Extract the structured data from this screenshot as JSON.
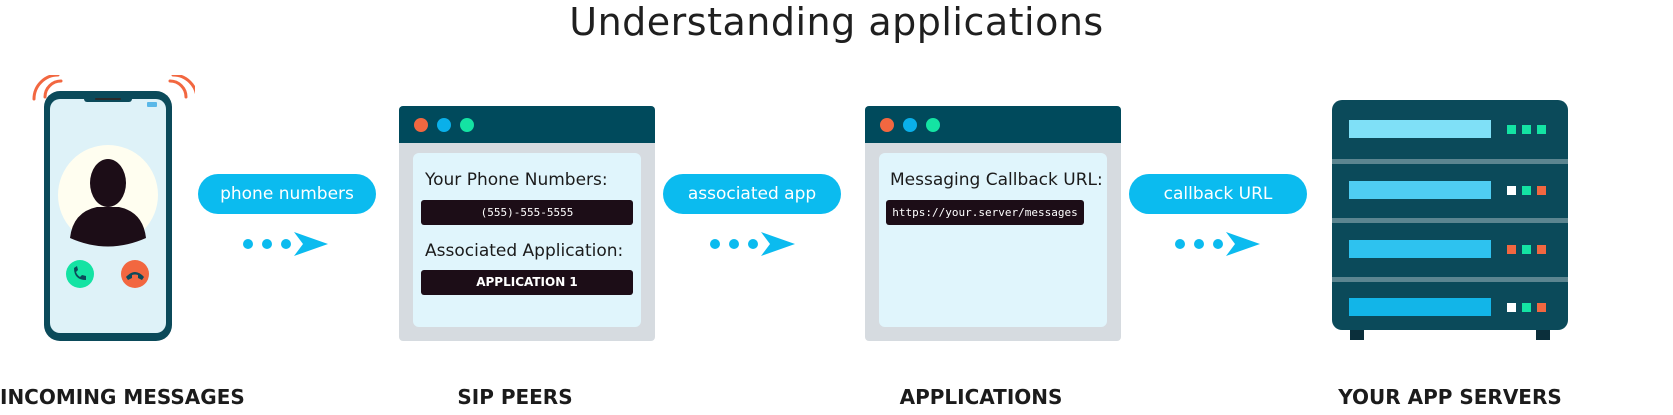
{
  "title": "Understanding applications",
  "stages": [
    {
      "label": "INCOMING MESSAGES"
    },
    {
      "label": "SIP PEERS"
    },
    {
      "label": "APPLICATIONS"
    },
    {
      "label": "YOUR APP SERVERS"
    }
  ],
  "connectors": [
    {
      "label": "phone numbers"
    },
    {
      "label": "associated app"
    },
    {
      "label": "callback URL"
    }
  ],
  "sip_peers_window": {
    "phone_numbers_label": "Your Phone Numbers:",
    "phone_number_value": "(555)-555-5555",
    "associated_app_label": "Associated Application:",
    "associated_app_value": "APPLICATION 1"
  },
  "applications_window": {
    "callback_label": "Messaging Callback URL:",
    "callback_value": "https://your.server/messages"
  },
  "icons": {
    "phone": "smartphone-icon",
    "contact": "person-silhouette-icon",
    "accept": "phone-accept-icon",
    "decline": "phone-decline-icon",
    "server": "server-rack-icon"
  },
  "colors": {
    "accent": "#0bbbef",
    "window_bar": "#004a5c",
    "server_body": "#0b4a5a",
    "dot_red": "#f26740",
    "dot_blue": "#0ab0ea",
    "dot_green": "#14e3a3",
    "field_bg": "#1c0d17"
  }
}
